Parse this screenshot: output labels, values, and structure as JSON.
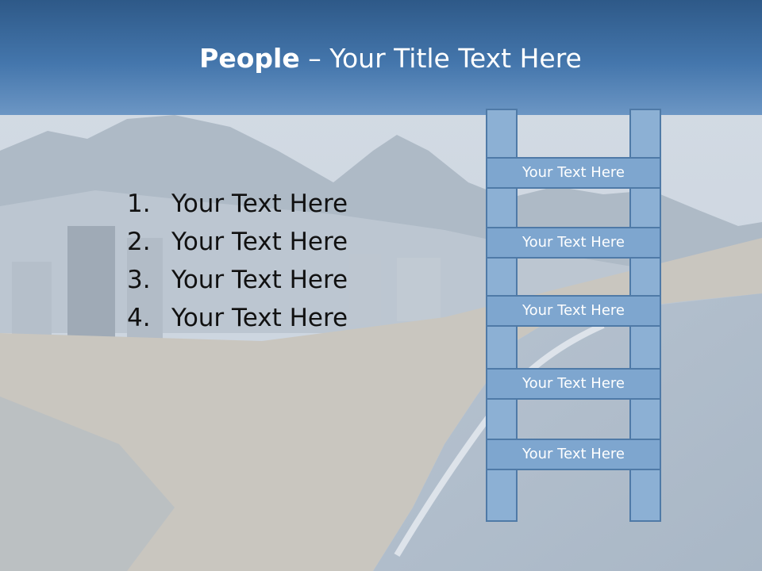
{
  "slide": {
    "title_bold": "People",
    "title_rest": " – Your Title Text Here"
  },
  "list": {
    "items": [
      {
        "number": "1.",
        "text": "Your Text Here"
      },
      {
        "number": "2.",
        "text": "Your Text Here"
      },
      {
        "number": "3.",
        "text": "Your Text Here"
      },
      {
        "number": "4.",
        "text": "Your Text Here"
      }
    ]
  },
  "ladder": {
    "rungs": [
      {
        "label": "Your Text Here"
      },
      {
        "label": "Your Text Here"
      },
      {
        "label": "Your Text Here"
      },
      {
        "label": "Your Text Here"
      },
      {
        "label": "Your Text Here"
      }
    ]
  },
  "colors": {
    "header": "#3f6fa4",
    "ladder_fill": "#7ea6cf",
    "ladder_border": "#4f7aa7",
    "title_text": "#ffffff",
    "list_text": "#111111"
  }
}
